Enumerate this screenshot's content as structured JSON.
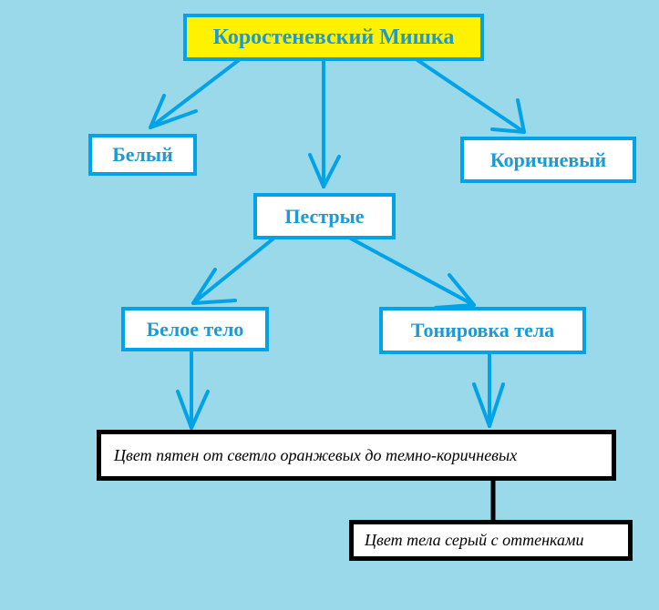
{
  "title": "Коростеневский Мишка",
  "nodes": {
    "white": "Белый",
    "brown": "Коричневый",
    "pied": "Пестрые",
    "white_body": "Белое тело",
    "toned_body": "Тонировка тела",
    "spots": "Цвет пятен от светло оранжевых до темно-коричневых",
    "body_color": "Цвет тела серый с оттенками"
  },
  "colors": {
    "background": "#99d9ea",
    "accent": "#00a2e8",
    "title_fill": "#fff200"
  }
}
